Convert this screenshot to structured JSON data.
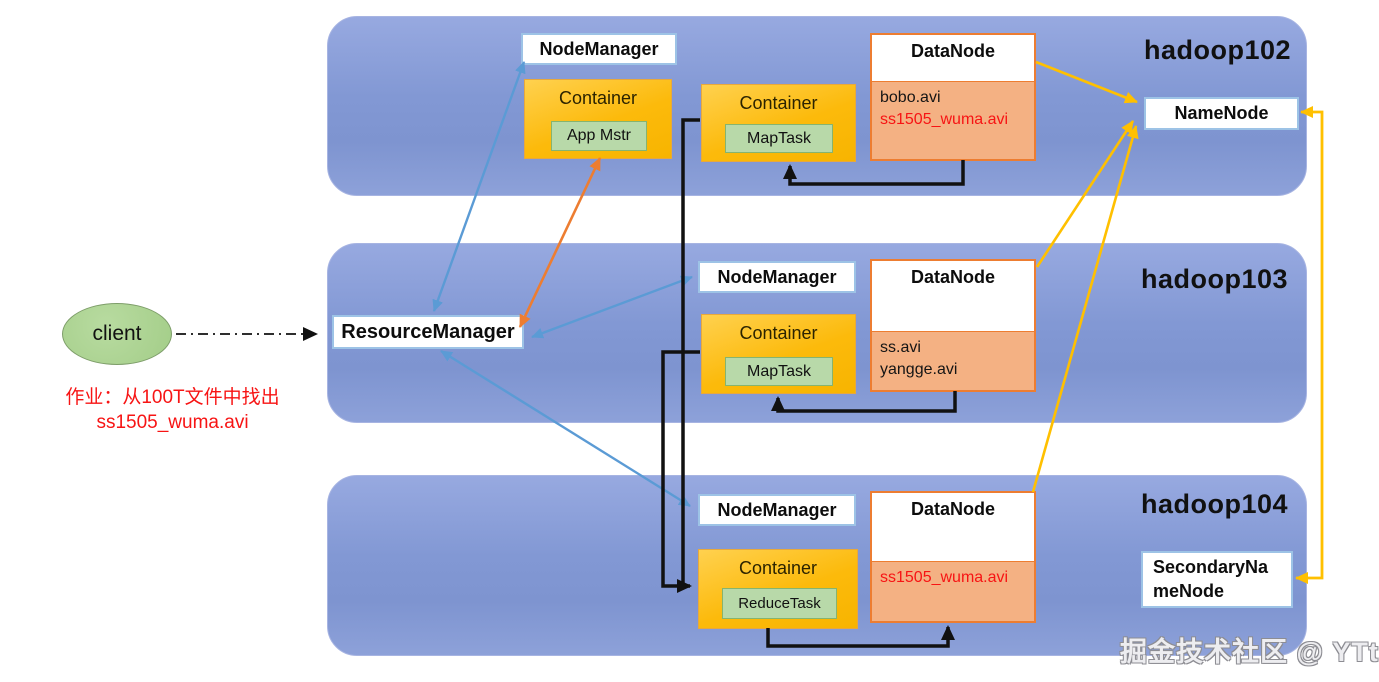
{
  "client": {
    "label": "client"
  },
  "annotation": {
    "line1": "作业：从100T文件中找出",
    "line2": "ss1505_wuma.avi"
  },
  "resource_manager": {
    "label": "ResourceManager"
  },
  "name_node": {
    "label": "NameNode"
  },
  "secondary_name_node": {
    "label": "SecondaryNameNode"
  },
  "watermark": {
    "text": "掘金技术社区 @ YTt"
  },
  "hadoop102": {
    "label": "hadoop102",
    "node_manager": "NodeManager",
    "container_appmstr": {
      "title": "Container",
      "task": "App Mstr"
    },
    "container_map": {
      "title": "Container",
      "task": "MapTask"
    },
    "data_node": {
      "title": "DataNode",
      "file_plain": "bobo.avi",
      "file_highlight": "ss1505_wuma.avi"
    }
  },
  "hadoop103": {
    "label": "hadoop103",
    "node_manager": "NodeManager",
    "container_map": {
      "title": "Container",
      "task": "MapTask"
    },
    "data_node": {
      "title": "DataNode",
      "file_plain_1": "ss.avi",
      "file_plain_2": "yangge.avi"
    }
  },
  "hadoop104": {
    "label": "hadoop104",
    "node_manager": "NodeManager",
    "container_reduce": {
      "title": "Container",
      "task": "ReduceTask"
    },
    "data_node": {
      "title": "DataNode",
      "file_highlight": "ss1505_wuma.avi"
    }
  },
  "colors": {
    "cluster_blue": "#8298d4",
    "container_orange": "#fcba0b",
    "task_green": "#b8d9a9",
    "datanode_salmon": "#f4b183",
    "datanode_border": "#ed7d31",
    "highlight_red": "#f71414",
    "arrow_blue": "#5b9bd5",
    "arrow_orange": "#ed7d31",
    "arrow_gold": "#ffc000",
    "arrow_black": "#111111"
  }
}
